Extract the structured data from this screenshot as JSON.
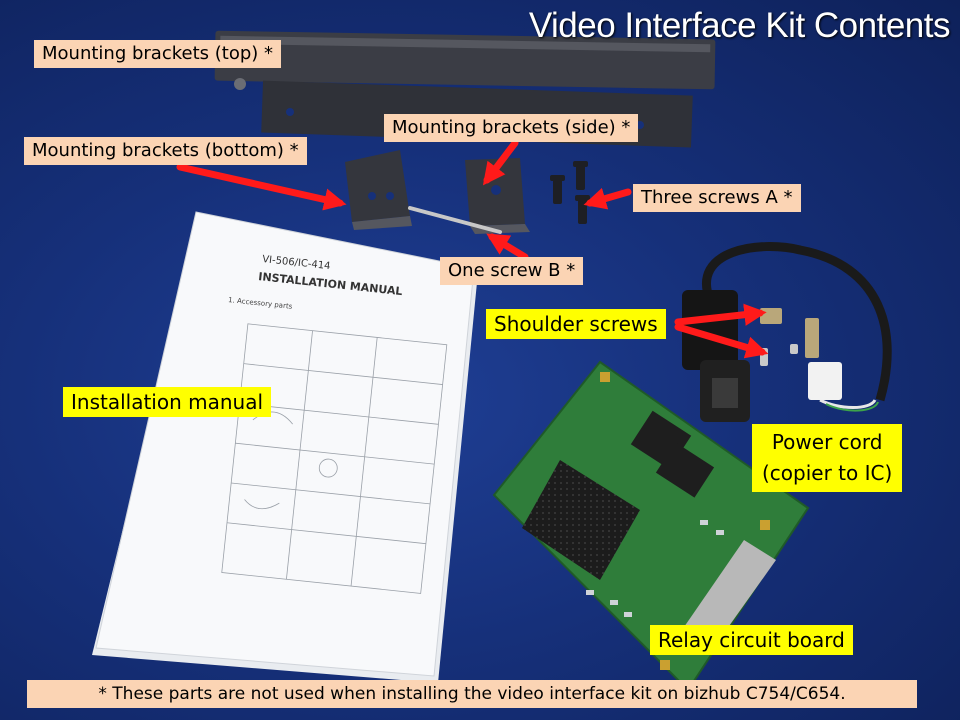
{
  "title": "Video Interface Kit Contents",
  "labels": {
    "brackets_top": "Mounting brackets (top) *",
    "brackets_side": "Mounting brackets (side) *",
    "brackets_bottom": "Mounting brackets (bottom) *",
    "screws_a": "Three screws A *",
    "screw_b": "One screw B *",
    "shoulder_screws": "Shoulder screws",
    "installation_manual": "Installation manual",
    "power_cord_line1": "Power cord",
    "power_cord_line2": "(copier to IC)",
    "relay_board": "Relay circuit board"
  },
  "manual": {
    "model": "VI-506/IC-414",
    "heading": "INSTALLATION MANUAL",
    "section": "1. Accessory parts"
  },
  "footnote": "* These parts are not used when installing the video interface kit on bizhub C754/C654.",
  "colors": {
    "background": "#16307a",
    "peach_label": "#fbd4b4",
    "yellow_label": "#ffff00",
    "arrow": "#ff0000",
    "board": "#2f7d3a"
  }
}
